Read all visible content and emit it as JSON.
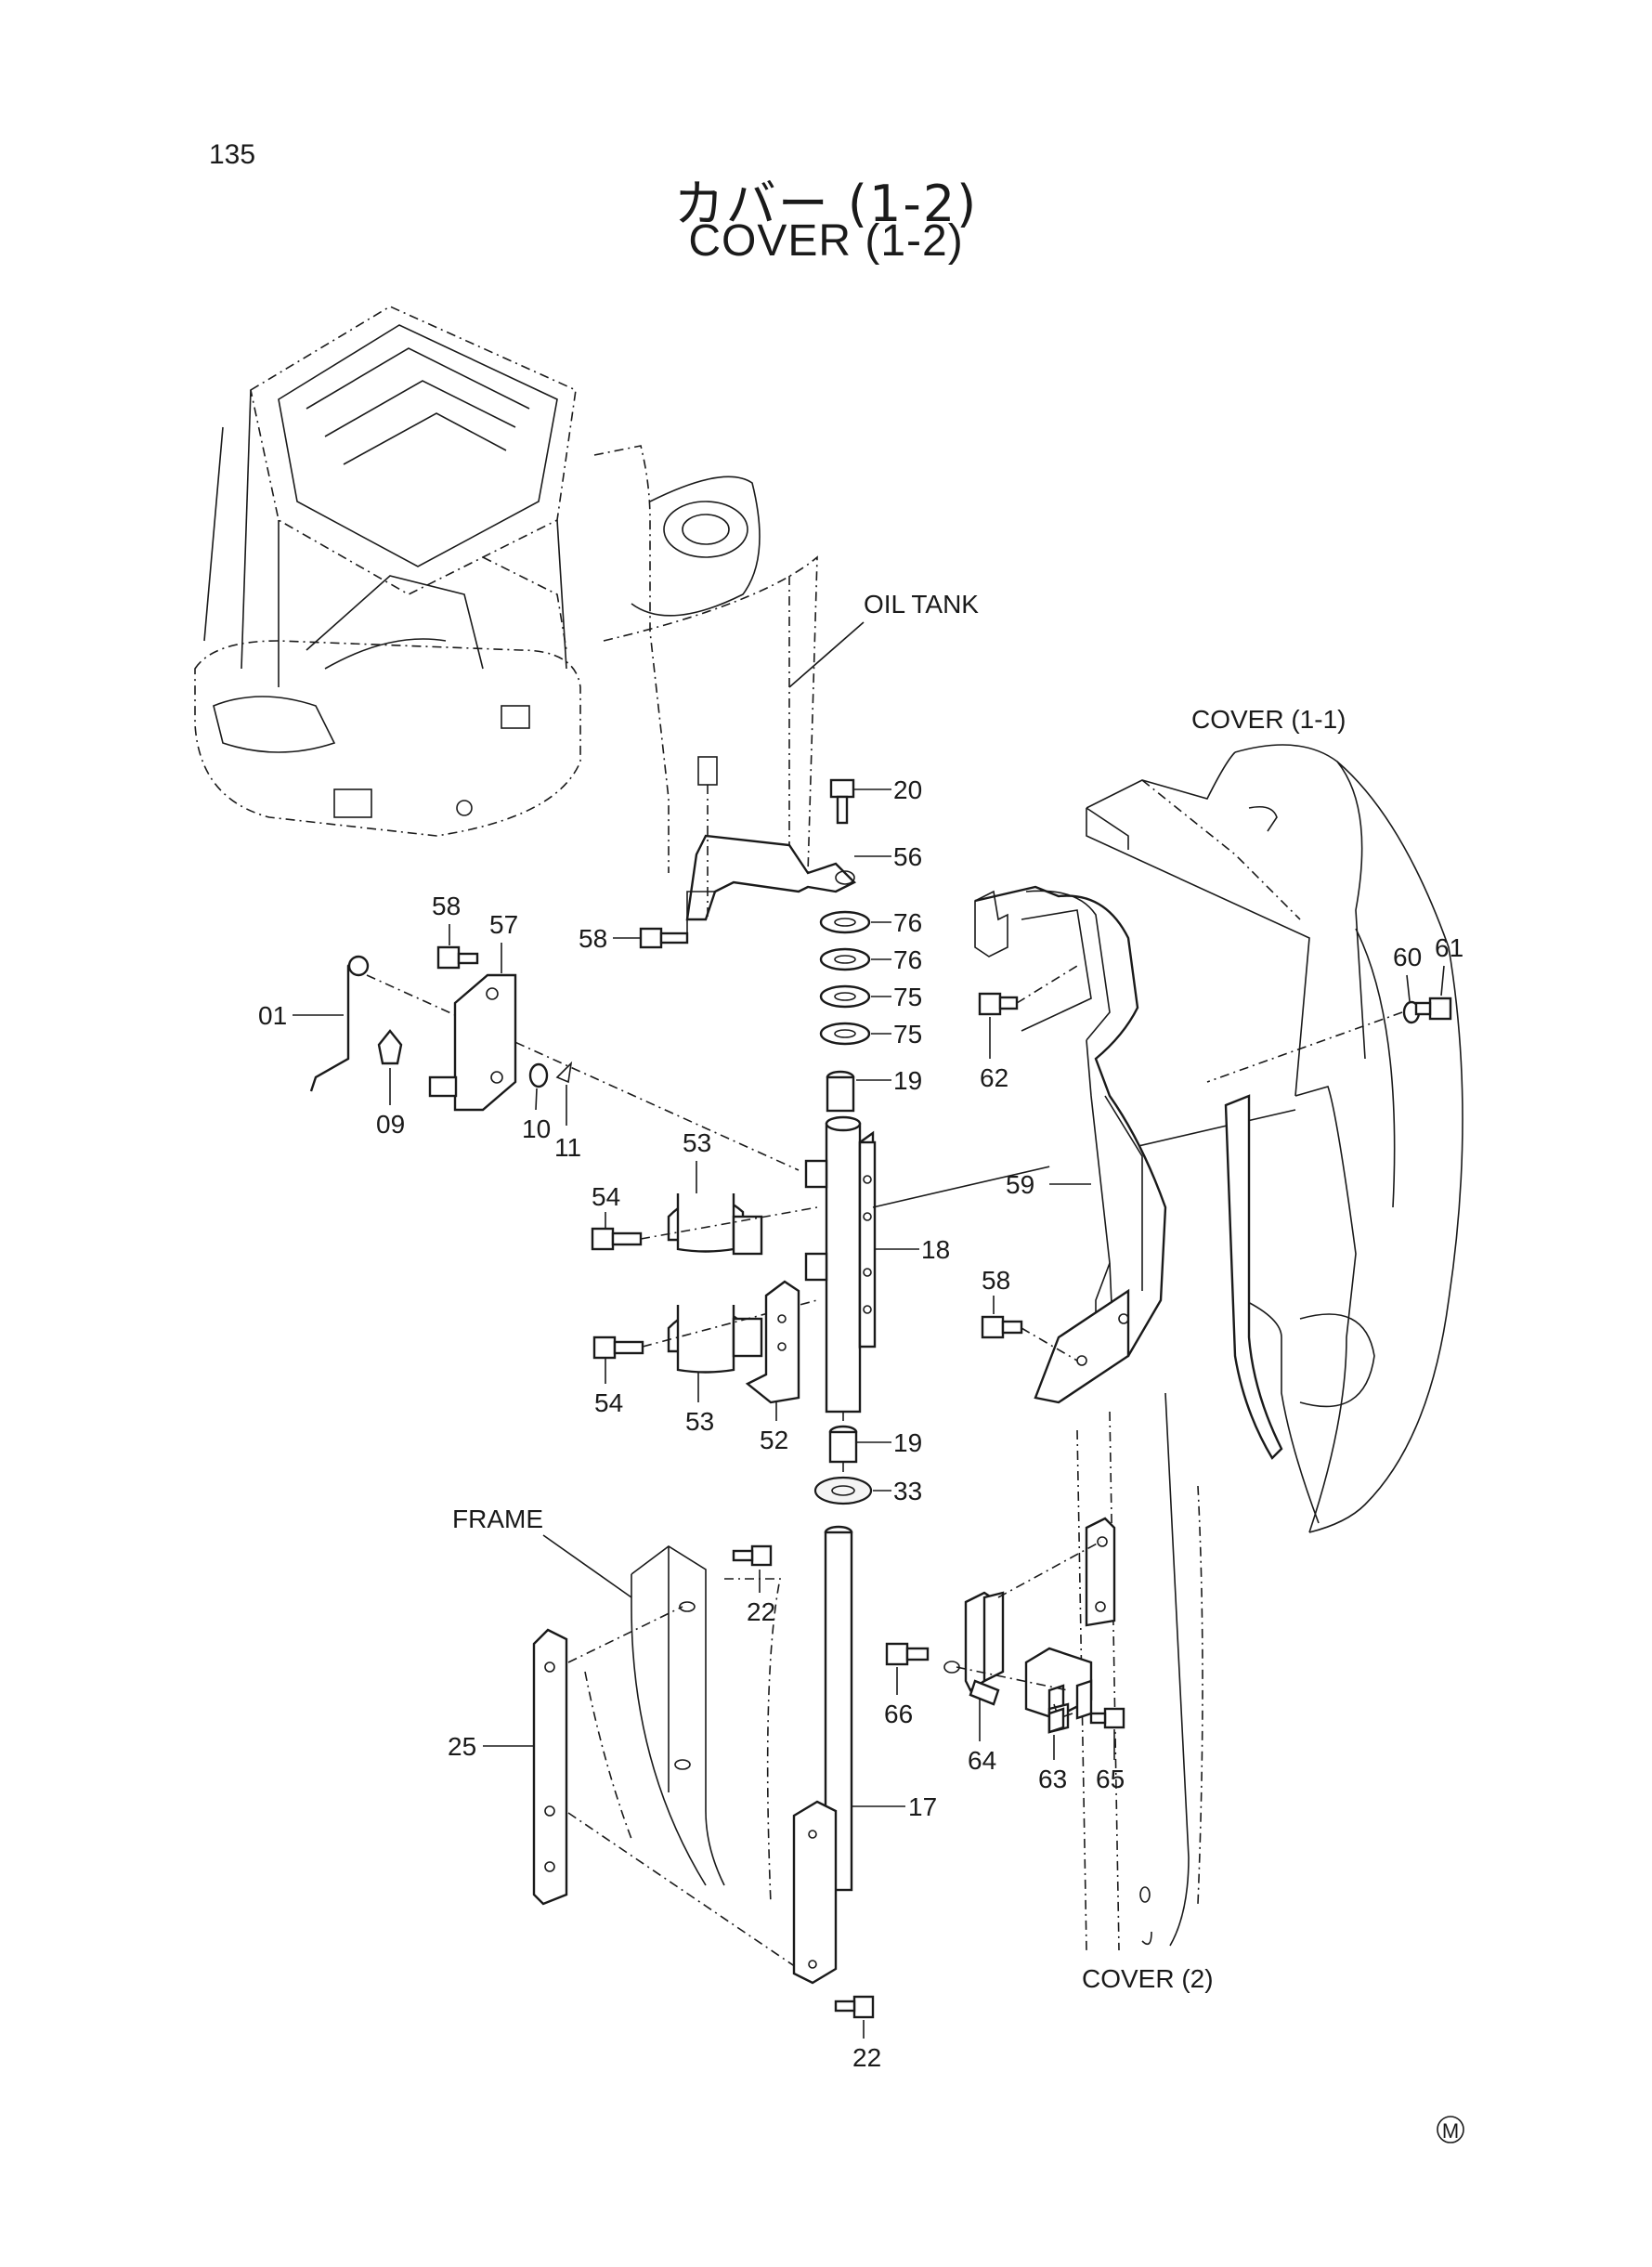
{
  "page_number": "135",
  "title_jp": "カバー (1-2)",
  "title_en": "COVER (1-2)",
  "labels": {
    "oil_tank": "OIL TANK",
    "cover_1_1": "COVER (1-1)",
    "frame": "FRAME",
    "cover_2": "COVER (2)"
  },
  "callouts": [
    "20",
    "56",
    "58",
    "76",
    "76",
    "75",
    "75",
    "19",
    "58",
    "57",
    "01",
    "09",
    "10",
    "11",
    "53",
    "54",
    "18",
    "54",
    "53",
    "52",
    "19",
    "33",
    "22",
    "25",
    "17",
    "22",
    "59",
    "58",
    "60",
    "61",
    "62",
    "66",
    "64",
    "63",
    "65"
  ],
  "mark": "M"
}
